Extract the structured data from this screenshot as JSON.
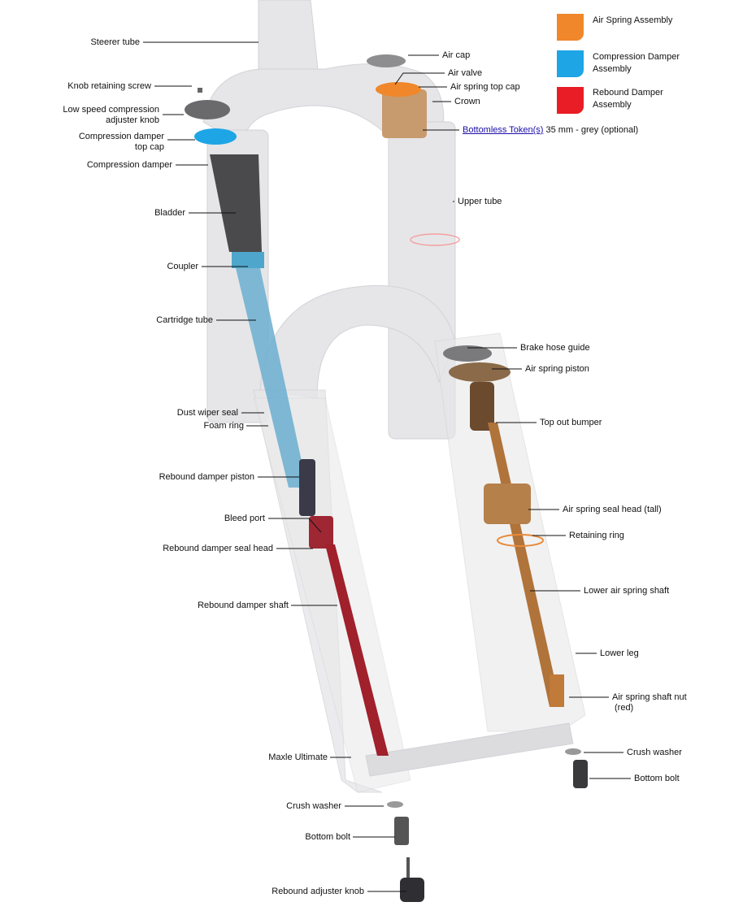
{
  "legend": [
    {
      "label": "Air Spring Assembly",
      "color": "#f0872a"
    },
    {
      "label": "Compression Damper Assembly",
      "line1": "Compression Damper",
      "line2": "Assembly",
      "color": "#1da5e6"
    },
    {
      "label": "Rebound Damper Assembly",
      "line1": "Rebound Damper",
      "line2": "Assembly",
      "color": "#e81d25"
    }
  ],
  "left_labels": {
    "steerer": "Steerer tube",
    "knob_screw": "Knob retaining screw",
    "lsc_1": "Low speed compression",
    "lsc_2": "adjuster knob",
    "cdtop_1": "Compression damper",
    "cdtop_2": "top cap",
    "comp_damper": "Compression damper",
    "bladder": "Bladder",
    "coupler": "Coupler",
    "cartridge": "Cartridge tube",
    "dust_wiper": "Dust wiper seal",
    "foam_ring": "Foam ring",
    "rd_piston": "Rebound damper piston",
    "bleed": "Bleed port",
    "rd_seal": "Rebound damper seal head",
    "rd_shaft": "Rebound damper shaft",
    "maxle": "Maxle Ultimate",
    "crush_l": "Crush washer",
    "bolt_l": "Bottom bolt",
    "rebound_knob": "Rebound adjuster knob"
  },
  "right_labels": {
    "air_cap": "Air cap",
    "air_valve": "Air valve",
    "as_top_cap": "Air spring top cap",
    "crown": "Crown",
    "token_link": "Bottomless Token(s)",
    "token_rest": " 35 mm - grey (optional)",
    "upper_tube": "Upper tube",
    "brake_guide": "Brake hose guide",
    "as_piston": "Air spring piston",
    "top_out": "Top out bumper",
    "seal_head": "Air spring seal head (tall)",
    "ret_ring": "Retaining ring",
    "lower_shaft": "Lower air spring shaft",
    "lower_leg": "Lower leg",
    "nut_1": "Air spring shaft nut",
    "nut_2": "(red)",
    "crush_r": "Crush washer",
    "bolt_r": "Bottom bolt"
  }
}
